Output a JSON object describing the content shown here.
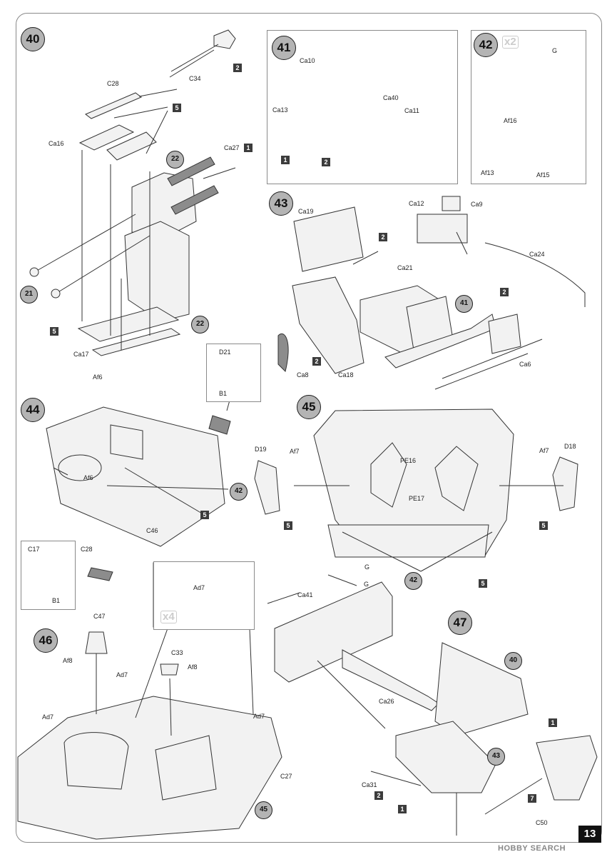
{
  "page_number": "13",
  "watermark": "HOBBY SEARCH",
  "steps": {
    "s40": {
      "number": "40",
      "labels": {
        "c34": "C34",
        "c28": "C28",
        "ca16": "Ca16",
        "ca27": "Ca27",
        "ca17": "Ca17"
      },
      "refs": {
        "r22a": "22",
        "r22b": "22",
        "r21": "21"
      },
      "qty": {
        "q2": "2",
        "q5a": "5",
        "q1": "1",
        "q5b": "5"
      }
    },
    "s41": {
      "number": "41",
      "labels": {
        "ca10": "Ca10",
        "ca13": "Ca13",
        "ca40": "Ca40",
        "ca11": "Ca11"
      },
      "qty": {
        "q1": "1",
        "q2": "2"
      }
    },
    "s42": {
      "number": "42",
      "multiplier": "x2",
      "labels": {
        "g": "G",
        "af16": "Af16",
        "af13": "Af13",
        "af15": "Af15"
      }
    },
    "s43": {
      "number": "43",
      "labels": {
        "ca19": "Ca19",
        "ca12": "Ca12",
        "ca9": "Ca9",
        "ca24": "Ca24",
        "ca21": "Ca21",
        "ca8": "Ca8",
        "ca18": "Ca18",
        "ca6": "Ca6"
      },
      "refs": {
        "r41": "41"
      },
      "qty": {
        "q2a": "2",
        "q2b": "2",
        "q2c": "2"
      }
    },
    "s44": {
      "number": "44",
      "labels": {
        "af6a": "Af6",
        "af6b": "Af6",
        "c46": "C46",
        "c28": "C28",
        "d21": "D21",
        "b1a": "B1",
        "c17": "C17",
        "b1b": "B1"
      },
      "refs": {
        "r42": "42"
      },
      "qty": {
        "q5": "5"
      }
    },
    "s45": {
      "number": "45",
      "labels": {
        "d19": "D19",
        "af7a": "Af7",
        "pe16": "PE16",
        "pe17": "PE17",
        "af7b": "Af7",
        "d18": "D18",
        "g": "G"
      },
      "refs": {
        "r42": "42"
      },
      "qty": {
        "q5a": "5",
        "q5b": "5",
        "q5c": "5"
      }
    },
    "s46": {
      "number": "46",
      "multiplier": "x4",
      "labels": {
        "ad7a": "Ad7",
        "c47": "C47",
        "af8a": "Af8",
        "ad7b": "Ad7",
        "c33": "C33",
        "af8b": "Af8",
        "ad7c": "Ad7",
        "ad7d": "Ad7",
        "c27": "C27"
      },
      "refs": {
        "r45": "45"
      }
    },
    "s47": {
      "number": "47",
      "labels": {
        "ca41": "Ca41",
        "g": "G",
        "ca26": "Ca26",
        "ca31": "Ca31",
        "c50": "C50"
      },
      "refs": {
        "r40": "40",
        "r43": "43"
      },
      "qty": {
        "q2": "2",
        "q1a": "1",
        "q1b": "1",
        "q7": "7"
      }
    }
  }
}
